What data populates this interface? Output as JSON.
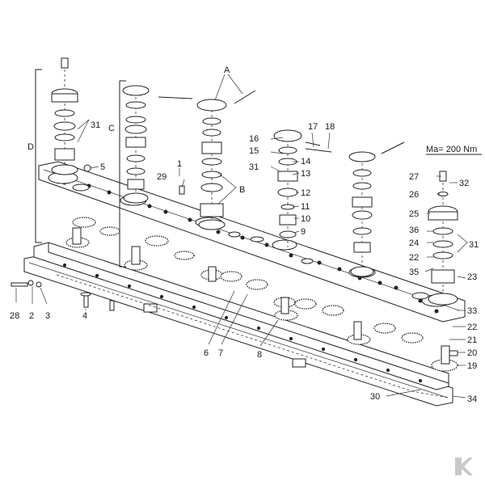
{
  "diagram": {
    "torque_note": "Ma= 200 Nm",
    "labels": {
      "A": "A",
      "B": "B",
      "C": "C",
      "D": "D",
      "n1": "1",
      "n2": "2",
      "n3": "3",
      "n4": "4",
      "n5": "5",
      "n6": "6",
      "n7": "7",
      "n8": "8",
      "n9": "9",
      "n10": "10",
      "n11": "11",
      "n12": "12",
      "n13": "13",
      "n14": "14",
      "n15": "15",
      "n16": "16",
      "n17": "17",
      "n18": "18",
      "n19": "19",
      "n20": "20",
      "n21": "21",
      "n22a": "22",
      "n22b": "22",
      "n23": "23",
      "n24": "24",
      "n25": "25",
      "n26": "26",
      "n27": "27",
      "n28": "28",
      "n29": "29",
      "n30": "30",
      "n31a": "31",
      "n31b": "31",
      "n31c": "31",
      "n32": "32",
      "n33": "33",
      "n34": "34",
      "n35": "35",
      "n36": "36"
    },
    "logo": "K"
  }
}
